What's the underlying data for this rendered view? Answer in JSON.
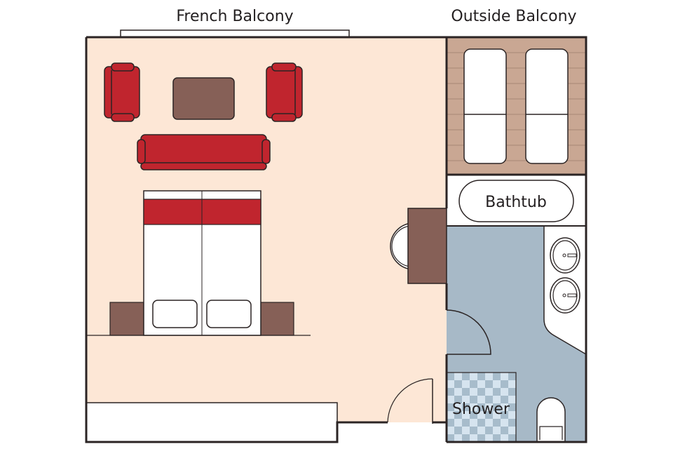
{
  "labels": {
    "french_balcony": "French Balcony",
    "outside_balcony": "Outside Balcony",
    "bathtub": "Bathtub",
    "shower": "Shower"
  },
  "colors": {
    "floor": "#fde7d6",
    "wall": "#2b2424",
    "sofa": "#c0252e",
    "wood": "#866057",
    "deck": "#c9a793",
    "bath_floor": "#a7b9c7",
    "tile_light": "#d6e4ef",
    "tile_dark": "#a7bccb"
  }
}
